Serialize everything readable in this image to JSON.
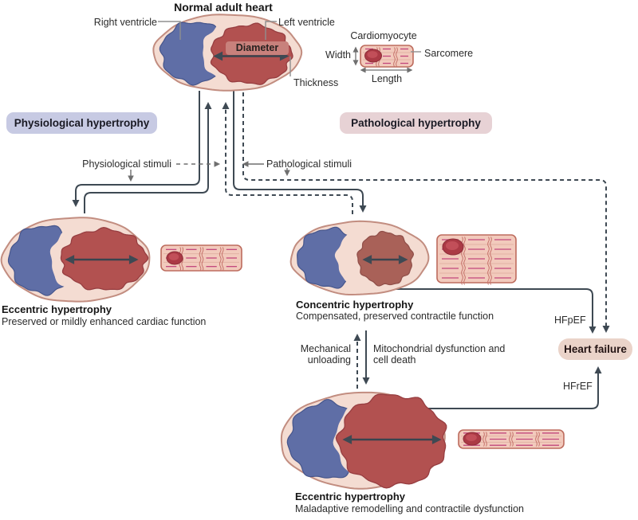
{
  "figure": {
    "title": "Normal adult heart"
  },
  "normal_heart": {
    "right_ventricle": "Right ventricle",
    "left_ventricle": "Left ventricle",
    "diameter": "Diameter",
    "thickness": "Thickness"
  },
  "cardiomyocyte": {
    "label": "Cardiomyocyte",
    "width": "Width",
    "sarcomere": "Sarcomere",
    "length": "Length"
  },
  "badges": {
    "physiological": "Physiological hypertrophy",
    "pathological": "Pathological hypertrophy",
    "heart_failure": "Heart failure"
  },
  "stimuli": {
    "physiological": "Physiological stimuli",
    "pathological": "Pathological stimuli"
  },
  "eccentric_physiological": {
    "title": "Eccentric hypertrophy",
    "subtitle": "Preserved or mildly enhanced cardiac function"
  },
  "concentric": {
    "title": "Concentric hypertrophy",
    "subtitle": "Compensated, preserved contractile function"
  },
  "eccentric_pathological": {
    "title": "Eccentric hypertrophy",
    "subtitle": "Maladaptive remodelling and contractile dysfunction"
  },
  "transitions": {
    "mechanical_unloading": "Mechanical unloading",
    "mitochondrial": "Mitochondrial dysfunction and cell death"
  },
  "outcomes": {
    "hfpef": "HFpEF",
    "hfref": "HFrEF"
  },
  "colors": {
    "flow_line": "#3e4953",
    "leader_gray": "#8f8f8f",
    "arrow_gray": "#6f6f6f",
    "heart_wall": "#f4dcd2",
    "heart_wall_stroke": "#c28d80",
    "ventricle_blue": "#5f6ea6",
    "ventricle_blue_stroke": "#46568c",
    "ventricle_red": "#b25150",
    "ventricle_red_stroke": "#973e41",
    "ventricle_red_muted": "#a96158",
    "ventricle_red_muted_stroke": "#91504a",
    "myocyte_fill": "#f2cabc",
    "myocyte_stroke": "#bd6c5e",
    "sarcomere_line": "#c2477c",
    "z_disc": "#c6736b",
    "nucleus": "#ab3a45",
    "nucleus_stroke": "#8e2d39",
    "badge_physiological_bg": "#c7cae3",
    "badge_pathological_bg": "#e7d2d5",
    "heart_failure_bg": "#ead3c9",
    "diameter_pill_bg": "#c8817c"
  }
}
